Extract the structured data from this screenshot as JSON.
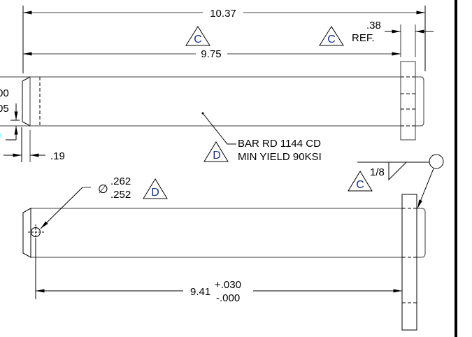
{
  "dimensions": {
    "overall_length": "10.37",
    "flange_position": "9.75",
    "flange_thickness": ".38",
    "ref_label": "REF.",
    "chamfer_length": ".19",
    "partial_left_upper": "00",
    "partial_left_lower": "05",
    "hole_position": "9.41",
    "hole_tol_plus": "+.030",
    "hole_tol_minus": "-.000",
    "hole_dia_symbol": "∅",
    "hole_dia_max": ".262",
    "hole_dia_min": ".252"
  },
  "notes": {
    "material_line1": "BAR RD 1144 CD",
    "material_line2": "MIN YIELD 90KSI",
    "weld_size": "1/8"
  },
  "revision_flags": {
    "c1": "C",
    "c2": "C",
    "c3": "C",
    "d1": "D",
    "d2": "D"
  },
  "colors": {
    "flag_letter": "#1a2f7a"
  }
}
